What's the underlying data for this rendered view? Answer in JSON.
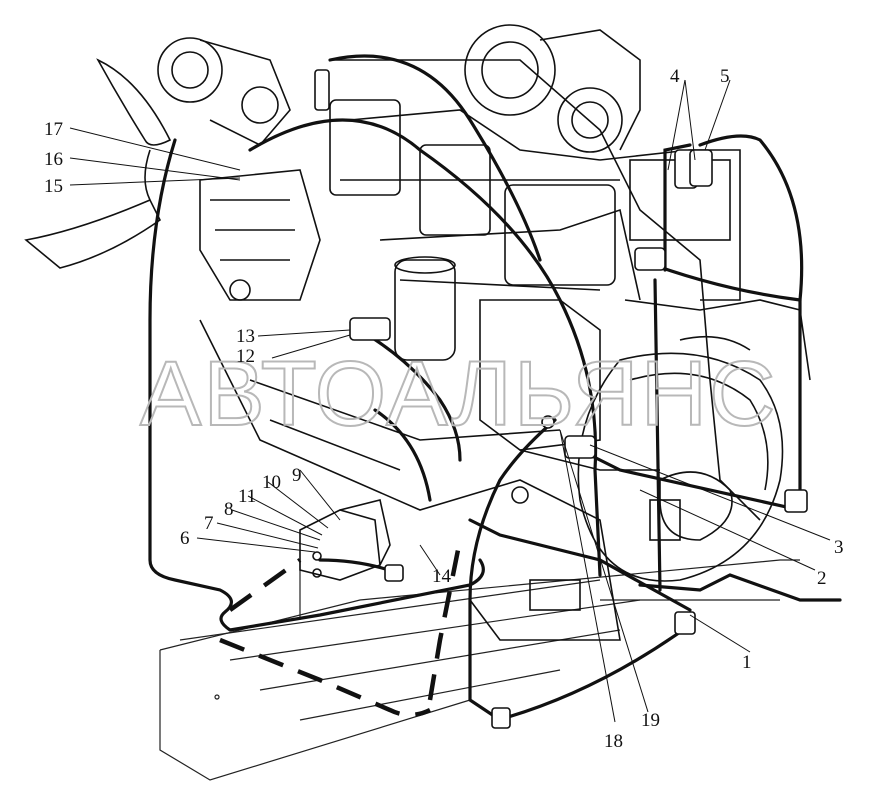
{
  "watermark": "АВТОАЛЬЯНС",
  "callouts": [
    {
      "id": "c1",
      "text": "1"
    },
    {
      "id": "c2",
      "text": "2"
    },
    {
      "id": "c3",
      "text": "3"
    },
    {
      "id": "c4",
      "text": "4"
    },
    {
      "id": "c5",
      "text": "5"
    },
    {
      "id": "c6",
      "text": "6"
    },
    {
      "id": "c7",
      "text": "7"
    },
    {
      "id": "c8",
      "text": "8"
    },
    {
      "id": "c9",
      "text": "9"
    },
    {
      "id": "c10",
      "text": "10"
    },
    {
      "id": "c11",
      "text": "11"
    },
    {
      "id": "c12",
      "text": "12"
    },
    {
      "id": "c13",
      "text": "13"
    },
    {
      "id": "c14",
      "text": "14"
    },
    {
      "id": "c15",
      "text": "15"
    },
    {
      "id": "c16",
      "text": "16"
    },
    {
      "id": "c17",
      "text": "17"
    },
    {
      "id": "c18",
      "text": "18"
    },
    {
      "id": "c19",
      "text": "19"
    }
  ]
}
